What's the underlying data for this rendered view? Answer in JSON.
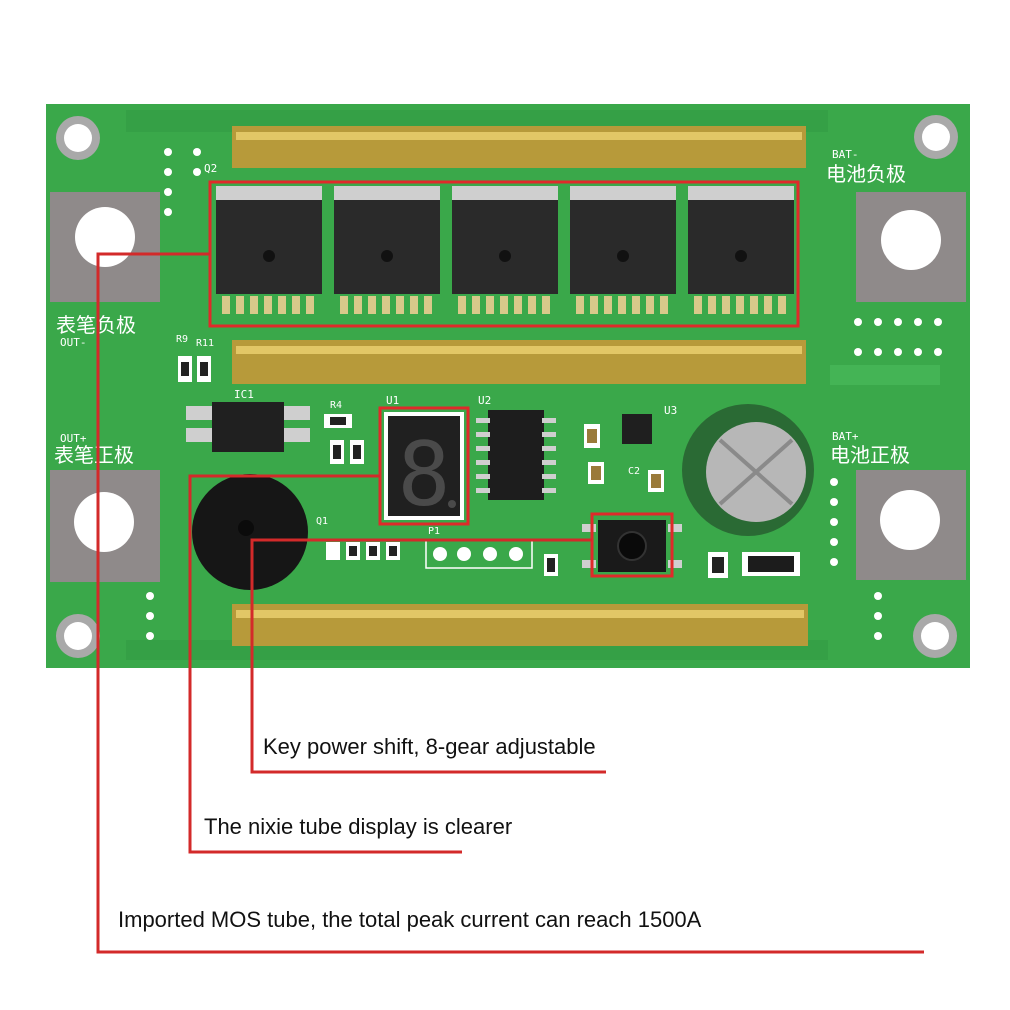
{
  "board": {
    "colors": {
      "pcb": "#3aa84a",
      "pcb_dark": "#2e8e3c",
      "copper_bar": "#b79a3a",
      "pad_metal": "#8f8a8a",
      "mosfet": "#2a2a2a",
      "highlight": "#e02a2a",
      "callout_line": "#d32a2a"
    },
    "silkscreen": {
      "bat_minus_en": "BAT-",
      "bat_minus_cn": "电池负极",
      "bat_plus_en": "BAT+",
      "bat_plus_cn": "电池正极",
      "out_minus_en": "OUT-",
      "out_minus_cn": "表笔负极",
      "out_plus_en": "OUT+",
      "out_plus_cn": "表笔正极",
      "q2": "Q2",
      "ic1": "IC1",
      "u1": "U1",
      "u2": "U2",
      "u3": "U3",
      "q1": "Q1",
      "p1": "P1",
      "c2": "C2",
      "r9": "R9",
      "r11": "R11",
      "r4": "R4"
    },
    "display_digit": "8",
    "mosfet_count": 5
  },
  "callouts": [
    {
      "text": "Key power shift, 8-gear adjustable"
    },
    {
      "text": "The nixie tube display is clearer"
    },
    {
      "text": "Imported MOS tube, the total peak current can reach 1500A"
    }
  ]
}
